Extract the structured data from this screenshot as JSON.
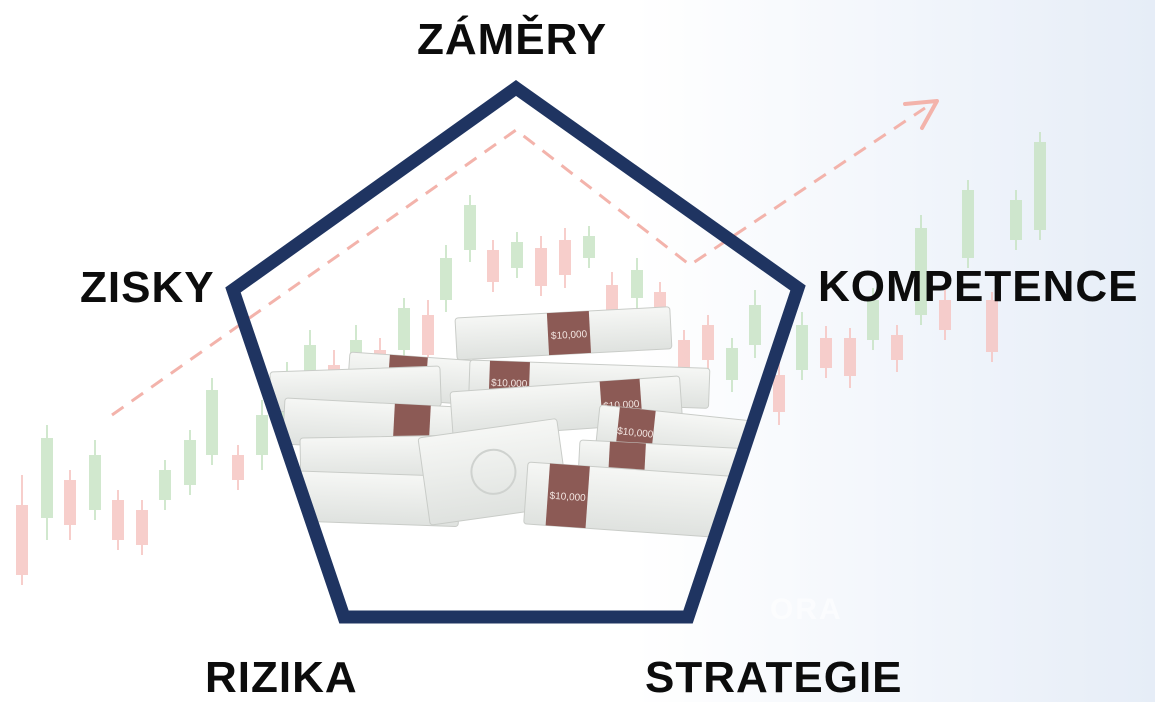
{
  "diagram": {
    "labels": {
      "top": "ZÁMĚRY",
      "left": "ZISKY",
      "right": "KOMPETENCE",
      "bottom_left": "RIZIKA",
      "bottom_right": "STRATEGIE"
    },
    "watermark": "ORA",
    "colors": {
      "pentagon_stroke": "#1f3461",
      "candle_up": "#c9e4c6",
      "candle_down": "#f6c6c3",
      "trend_arrow": "#f3b3ab",
      "money_band": "#8c5a55",
      "label_text": "#0c0c0c"
    },
    "illustration": {
      "background": "candlestick-chart",
      "center": "money-stacks",
      "banknote_band_text": "$10,000"
    }
  }
}
